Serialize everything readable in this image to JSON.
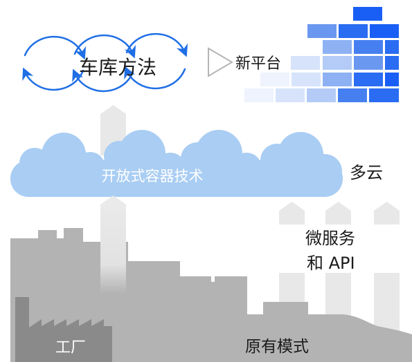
{
  "diagram": {
    "garage_method": "车库方法",
    "new_platform": "新平台",
    "container_tech": "开放式容器技术",
    "multi_cloud": "多云",
    "microservices_line1": "微服务",
    "microservices_line2": "和 API",
    "factory": "工厂",
    "legacy_model": "原有模式"
  },
  "icons": {
    "cycle": "cycle-arrows-icon",
    "transition": "play-arrow-icon",
    "platform": "brick-wall-icon",
    "cloud": "cloud-icon",
    "factory": "factory-icon"
  },
  "colors": {
    "accent_blue": "#1f6fe5",
    "cloud_blue": "#a9cdf3",
    "building_gray": "#b3b3b3",
    "factory_gray": "#8a8a8a",
    "arrow_gray": "#e8e8e8",
    "outline_gray": "#b5b5b5"
  },
  "brick_shades": [
    "#eef3fd",
    "#d6e3fa",
    "#b3cbf6",
    "#8db1f3",
    "#6a98f0",
    "#4680f0",
    "#2a6cf2",
    "#1a5ff5"
  ]
}
